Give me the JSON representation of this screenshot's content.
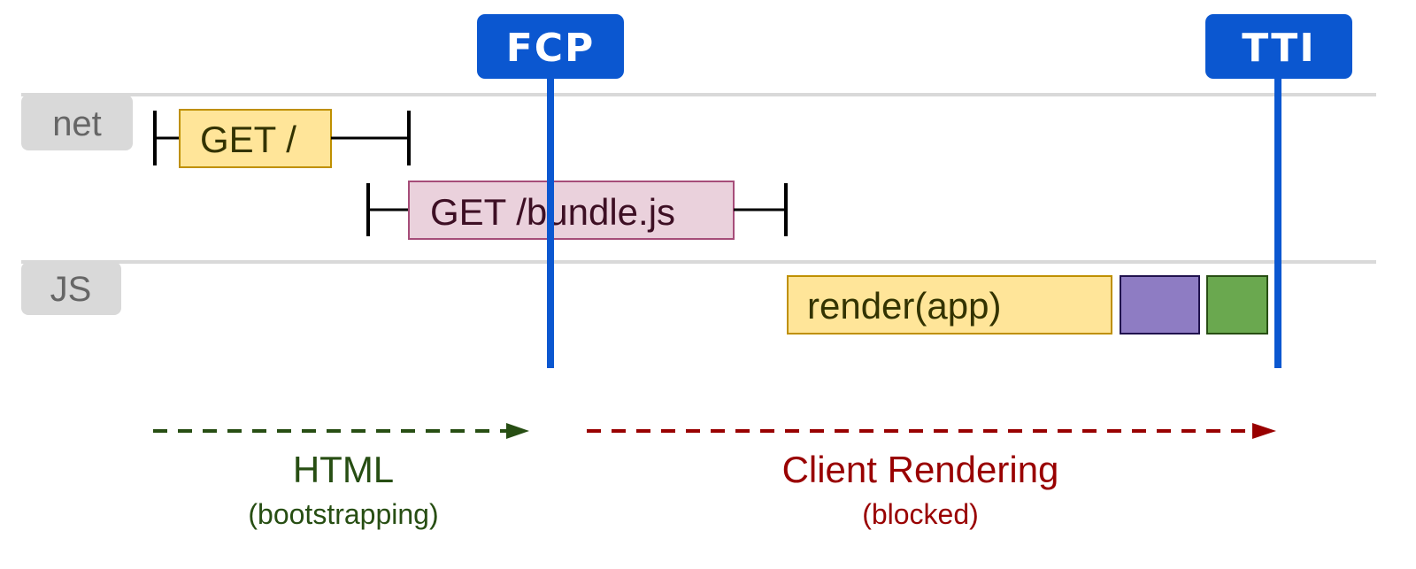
{
  "lanes": {
    "net": "net",
    "js": "JS"
  },
  "markers": {
    "fcp": "FCP",
    "tti": "TTI"
  },
  "requests": {
    "get_root": "GET /",
    "get_bundle": "GET /bundle.js"
  },
  "tasks": {
    "render": "render(app)"
  },
  "phases": {
    "html": {
      "title": "HTML",
      "subtitle": "(bootstrapping)"
    },
    "client": {
      "title": "Client Rendering",
      "subtitle": "(blocked)"
    }
  },
  "colors": {
    "marker_blue": "#0b57d0",
    "lane_label_bg": "#d9d9d9",
    "lane_line": "#d9d9d9",
    "yellow_fill": "#ffe599",
    "yellow_border": "#bf9000",
    "pink_fill": "#ead1dc",
    "pink_border": "#a64d79",
    "purple_fill": "#8e7cc3",
    "purple_border": "#20124d",
    "green_fill": "#6aa84f",
    "green_border": "#274e13",
    "html_green": "#274e13",
    "client_red": "#990000"
  }
}
